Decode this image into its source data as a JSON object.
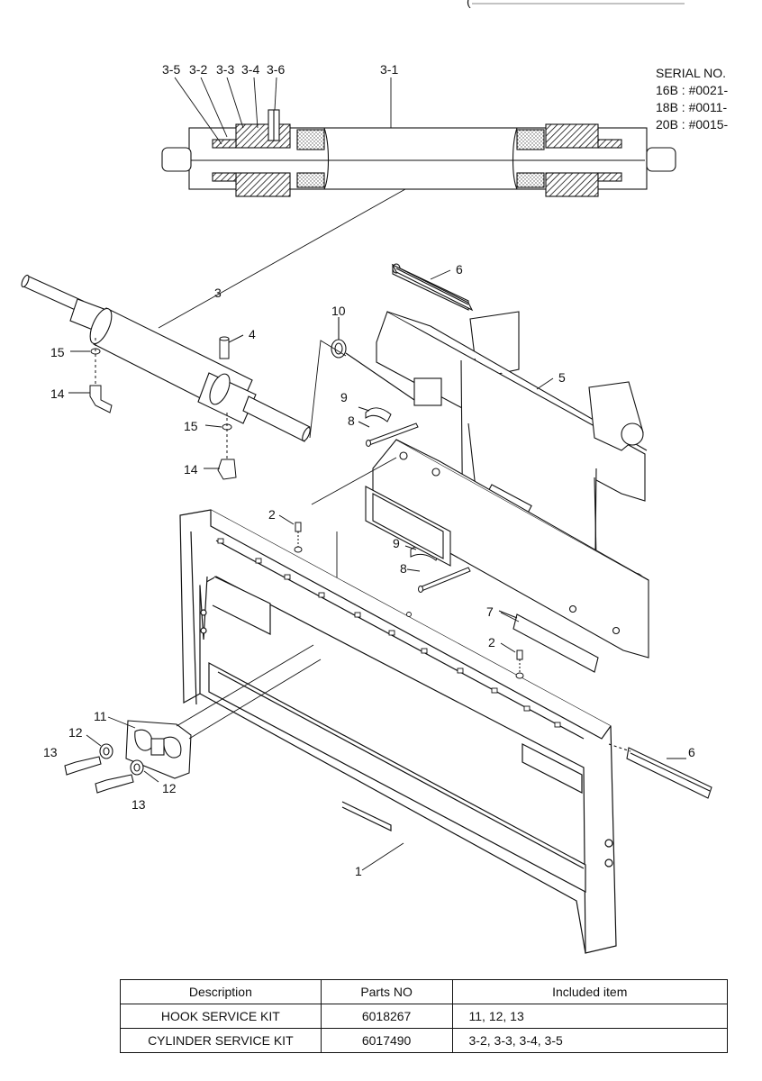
{
  "header": {
    "partial_text": "("
  },
  "serial": {
    "title": "SERIAL NO.",
    "lines": [
      "16B : #0021-",
      "18B : #0011-",
      "20B : #0015-"
    ]
  },
  "callouts": {
    "c3_5": "3-5",
    "c3_2": "3-2",
    "c3_3": "3-3",
    "c3_4": "3-4",
    "c3_6": "3-6",
    "c3_1": "3-1",
    "c3": "3",
    "c6a": "6",
    "c6b": "6",
    "c10": "10",
    "c4": "4",
    "c5": "5",
    "c15a": "15",
    "c15b": "15",
    "c14a": "14",
    "c14b": "14",
    "c9a": "9",
    "c9b": "9",
    "c8a": "8",
    "c8b": "8",
    "c2a": "2",
    "c2b": "2",
    "c7": "7",
    "c11": "11",
    "c12a": "12",
    "c12b": "12",
    "c13a": "13",
    "c13b": "13",
    "c1": "1"
  },
  "table": {
    "headers": [
      "Description",
      "Parts NO",
      "Included item"
    ],
    "rows": [
      [
        "HOOK SERVICE KIT",
        "6018267",
        "11, 12, 13"
      ],
      [
        "CYLINDER SERVICE KIT",
        "6017490",
        "3-2, 3-3, 3-4, 3-5"
      ]
    ]
  }
}
